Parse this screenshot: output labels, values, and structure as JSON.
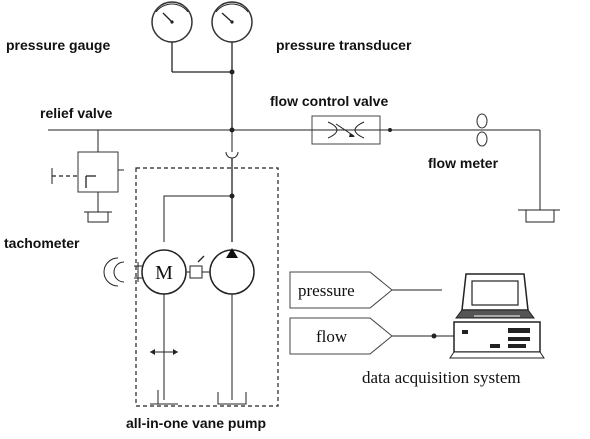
{
  "labels": {
    "pressure_gauge": "pressure gauge",
    "pressure_transducer": "pressure transducer",
    "relief_valve": "relief valve",
    "flow_control_valve": "flow control valve",
    "flow_meter": "flow meter",
    "tachometer": "tachometer",
    "motor_symbol": "M",
    "pressure_signal": "pressure",
    "flow_signal": "flow",
    "data_acquisition_system": "data acquisition system",
    "vane_pump": "all-in-one vane pump"
  }
}
